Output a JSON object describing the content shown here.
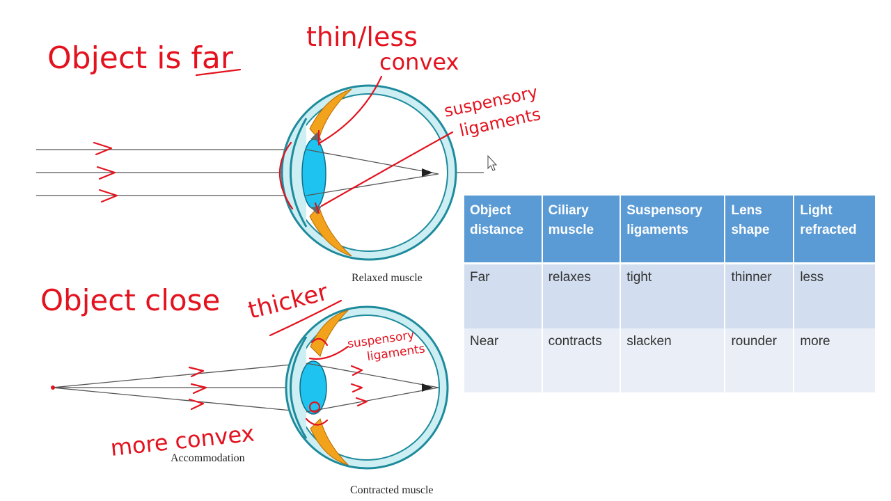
{
  "annotations": {
    "object_far": "Object is far",
    "thin_less": "thin/less",
    "convex": "convex",
    "suspensory_1": "suspensory",
    "ligaments_1": "ligaments",
    "object_close": "Object close",
    "thicker": "thicker",
    "suspensory_2": "suspensory",
    "ligaments_2": "ligaments",
    "more_convex": "more convex"
  },
  "captions": {
    "relaxed": "Relaxed muscle",
    "accommodation": "Accommodation",
    "contracted": "Contracted muscle"
  },
  "table": {
    "headers": [
      {
        "line1": "Object",
        "line2": "distance"
      },
      {
        "line1": "Ciliary",
        "line2": "muscle"
      },
      {
        "line1": "Suspensory",
        "line2": "ligaments"
      },
      {
        "line1": "Lens",
        "line2": "shape"
      },
      {
        "line1": "Light",
        "line2": "refracted"
      }
    ],
    "rows": [
      [
        "Far",
        "relaxes",
        "tight",
        "thinner",
        "less"
      ],
      [
        "Near",
        "contracts",
        "slacken",
        "rounder",
        "more"
      ]
    ]
  },
  "colors": {
    "annotation_red": "#e3121e",
    "table_header": "#5b9bd5",
    "row_odd": "#d2deef",
    "row_even": "#eaeff7",
    "eye_outline": "#1d8b9c",
    "eye_fill": "#cdeef3",
    "lens": "#1ec4ef",
    "ciliary": "#f2a31b"
  }
}
